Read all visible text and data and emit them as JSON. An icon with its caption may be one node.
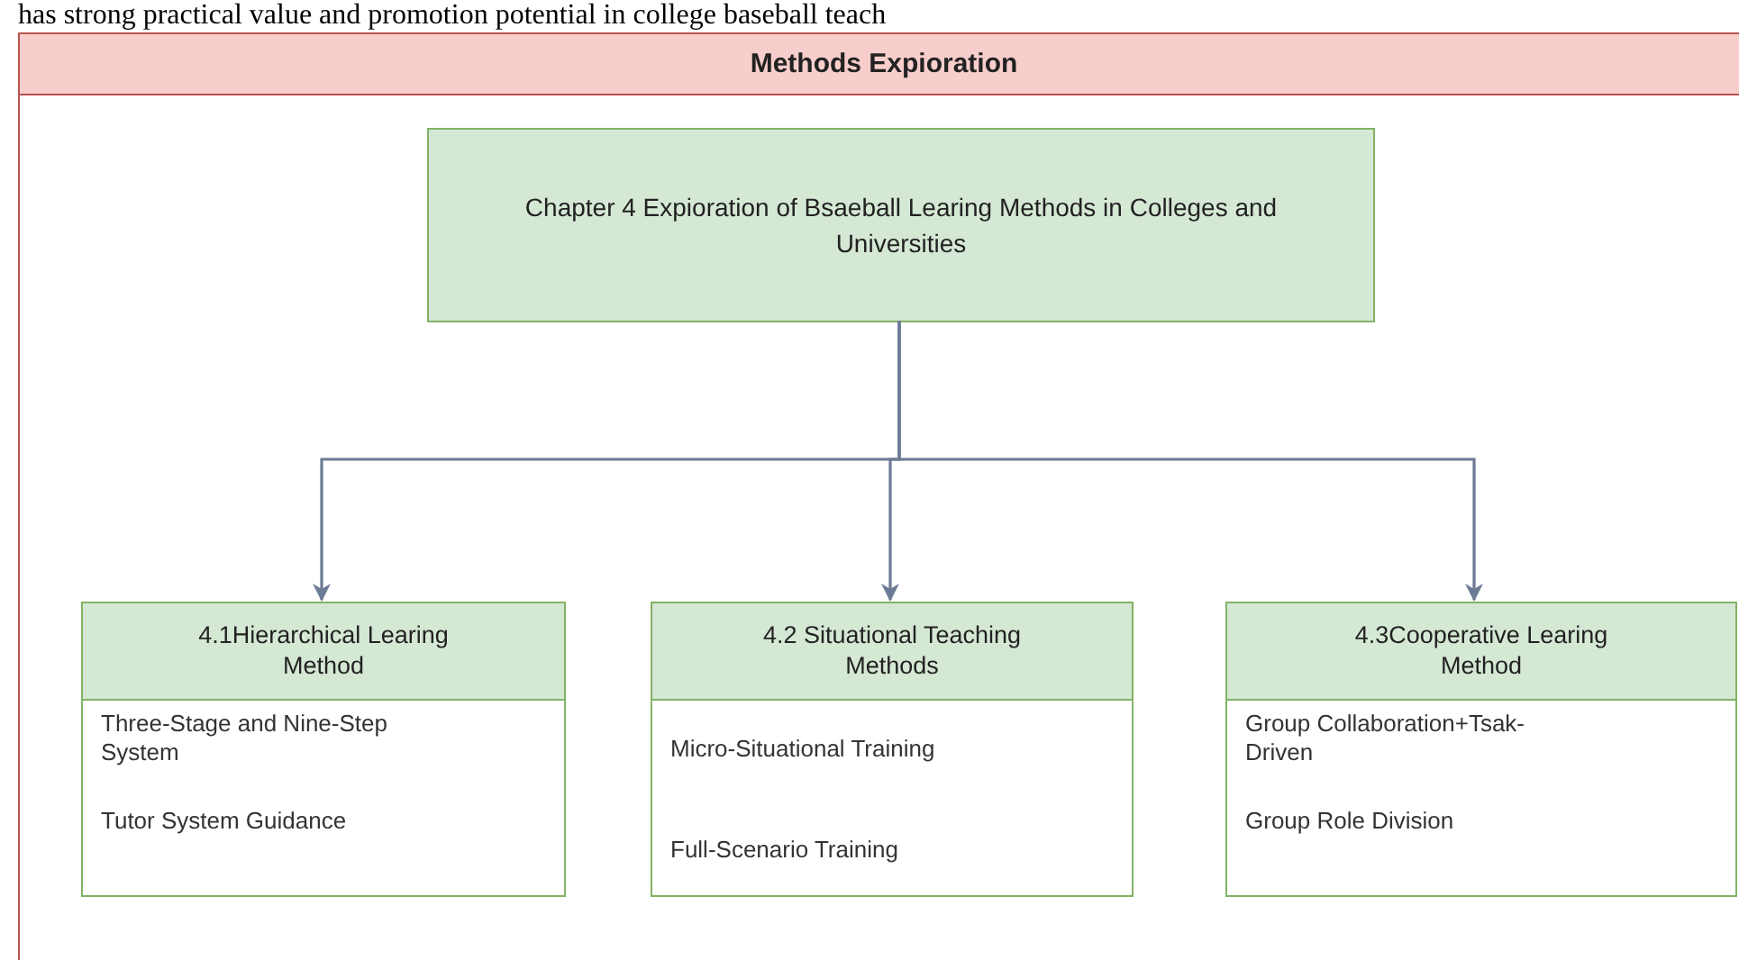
{
  "diagram": {
    "nodes": [
      {
        "text": [
          "Methods Expioration"
        ]
      },
      {
        "text": [
          "Chapter 4 Expioration of Bsaeball Learing Methods in Colleges and Universities"
        ],
        "in": 0
      },
      {
        "text": [
          "4.1Hierarchical Learing Method",
          "Three-Stage and Nine-Step System",
          "Tutor System Guidance"
        ],
        "in": 0
      },
      {
        "text": [
          "4.2 Situational Teaching Methods",
          "Micro-Situational Training",
          "Full-Scenario Training"
        ],
        "in": 0
      },
      {
        "text": [
          "4.3Cooperative Learing Method",
          "Group Collaboration+Tsak-Driven",
          "Group Role Division"
        ],
        "in": 0
      }
    ],
    "edges": [
      {
        "from": 1,
        "to": 2,
        "arrow": "to"
      },
      {
        "from": 1,
        "to": 3,
        "arrow": "to"
      },
      {
        "from": 1,
        "to": 4,
        "arrow": "to"
      }
    ],
    "labels": [
      "has strong practical value and promotion potential in college baseball teach"
    ]
  }
}
